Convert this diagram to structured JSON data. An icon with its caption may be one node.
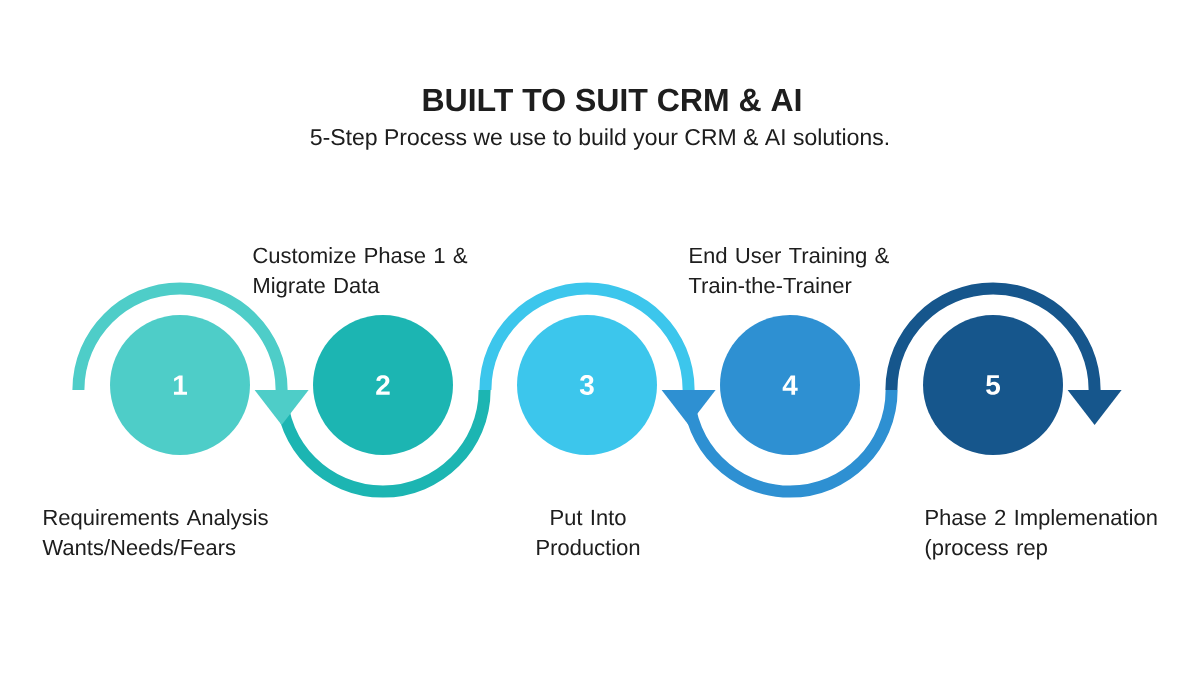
{
  "diagram": {
    "title": "BUILT TO SUIT CRM & AI",
    "nodes": [
      {
        "text": [
          "1"
        ],
        "beside": [
          "Requirements Analysis Wants/Needs/Fears"
        ]
      },
      {
        "text": [
          "2"
        ],
        "beside": [
          "Customize Phase 1 & Migrate Data"
        ]
      },
      {
        "text": [
          "3"
        ],
        "beside": [
          "Put Into Production"
        ]
      },
      {
        "text": [
          "4"
        ],
        "beside": [
          "End User Training & Train-the-Trainer"
        ]
      },
      {
        "text": [
          "5"
        ],
        "beside": [
          "Phase 2 Implemenation (process rep"
        ]
      }
    ],
    "labels": [
      "5-Step Process we use to build your CRM & AI solutions."
    ]
  }
}
